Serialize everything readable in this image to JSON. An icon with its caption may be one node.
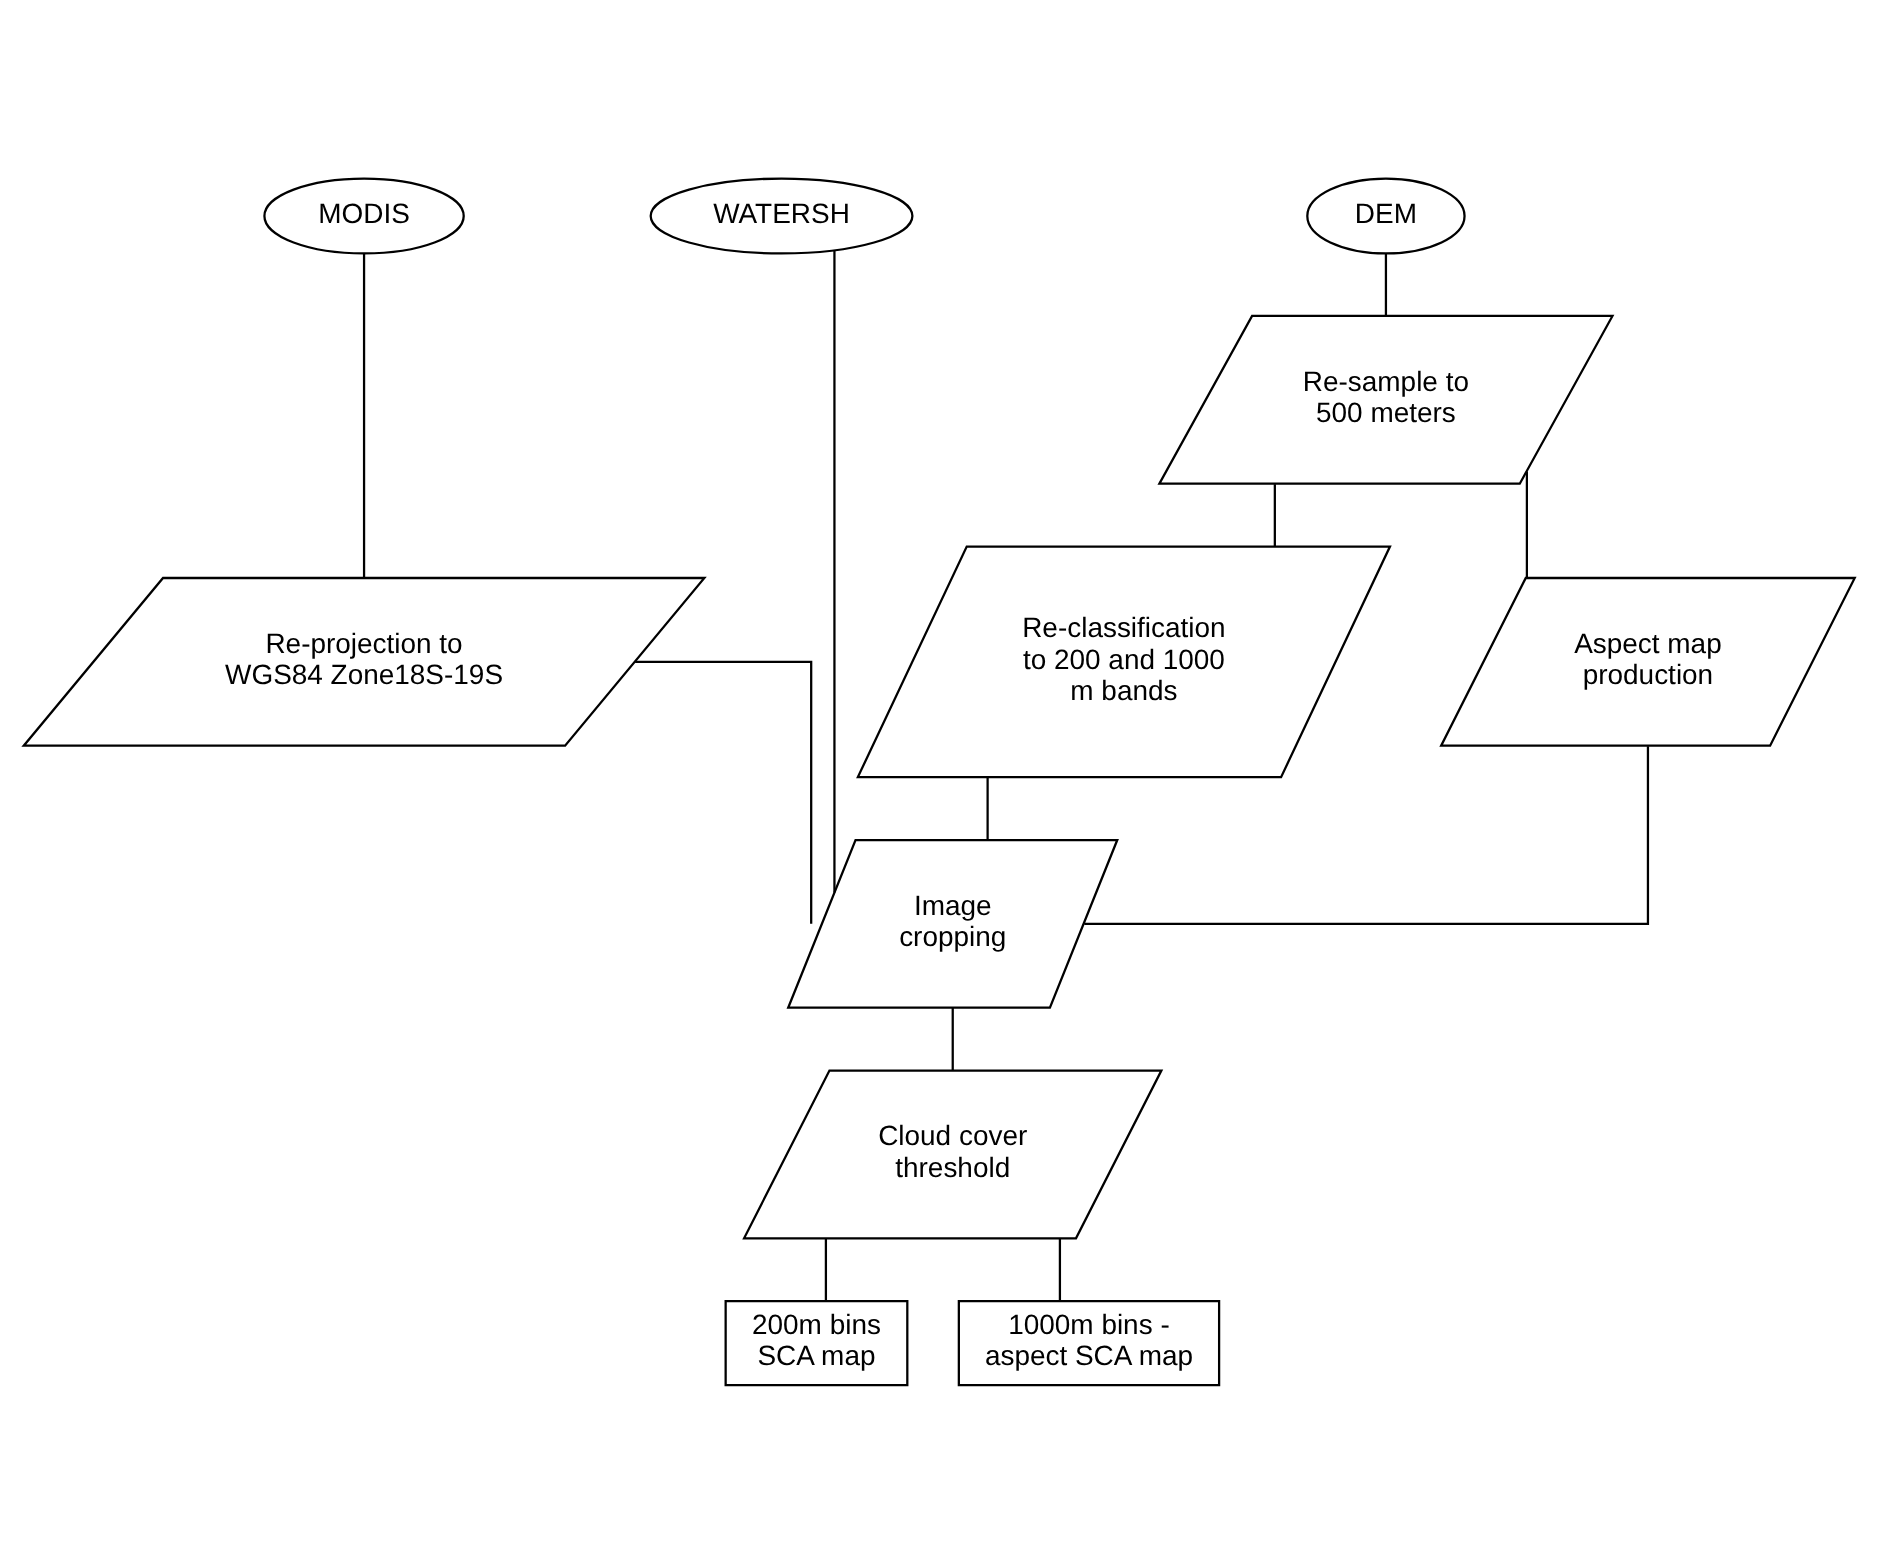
{
  "diagram": {
    "nodes": [
      {
        "text": [
          "MODIS"
        ]
      },
      {
        "text": [
          "WATERSH"
        ]
      },
      {
        "text": [
          "DEM"
        ]
      },
      {
        "text": [
          "Re-projection to WGS84 Zone18S-19S"
        ]
      },
      {
        "text": [
          "Re-sample to 500 meters"
        ]
      },
      {
        "text": [
          "Re-classification to 200 and 1000 m bands"
        ]
      },
      {
        "text": [
          "Aspect map production"
        ]
      },
      {
        "text": [
          "Image cropping"
        ]
      },
      {
        "text": [
          "Cloud cover threshold"
        ]
      },
      {
        "text": [
          "200m bins SCA map"
        ]
      },
      {
        "text": [
          "1000m bins - aspect SCA map"
        ]
      }
    ],
    "edges": [
      {
        "from": 0,
        "to": 3,
        "arrow": "none"
      },
      {
        "from": 3,
        "to": 7,
        "arrow": "none"
      },
      {
        "from": 1,
        "to": 7,
        "arrow": "none"
      },
      {
        "from": 2,
        "to": 4,
        "arrow": "none"
      },
      {
        "from": 4,
        "to": 5,
        "arrow": "none"
      },
      {
        "from": 4,
        "to": 6,
        "arrow": "none"
      },
      {
        "from": 5,
        "to": 7,
        "arrow": "none"
      },
      {
        "from": 6,
        "to": 7,
        "arrow": "none"
      },
      {
        "from": 7,
        "to": 8,
        "arrow": "none"
      },
      {
        "from": 8,
        "to": 9,
        "arrow": "none"
      },
      {
        "from": 8,
        "to": 10,
        "arrow": "none"
      }
    ]
  }
}
